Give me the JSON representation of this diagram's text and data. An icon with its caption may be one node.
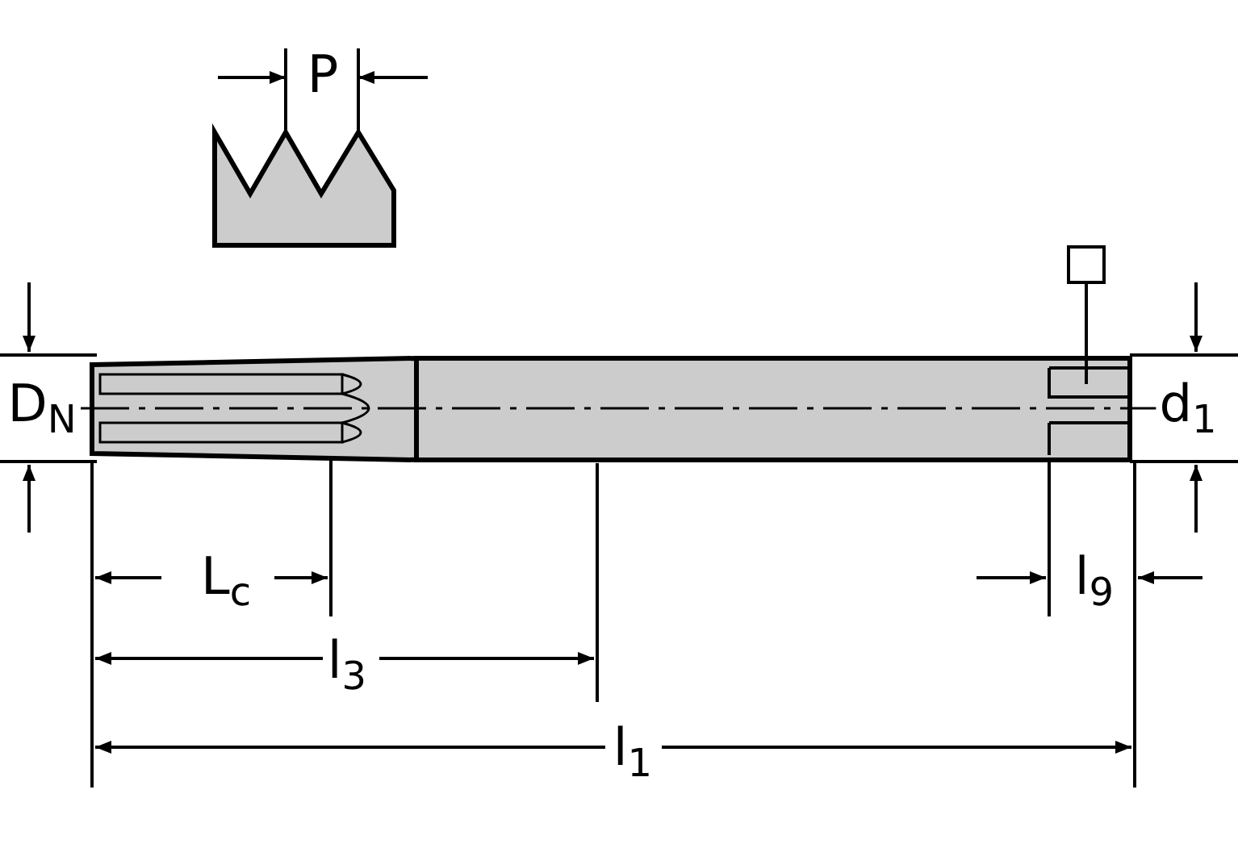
{
  "diagram": {
    "labels": [
      "P",
      "D$_{N}$",
      "d$_{1}$",
      "L$_{c}$",
      "l$_{9}$",
      "l$_{3}$",
      "l$_{1}$"
    ]
  }
}
